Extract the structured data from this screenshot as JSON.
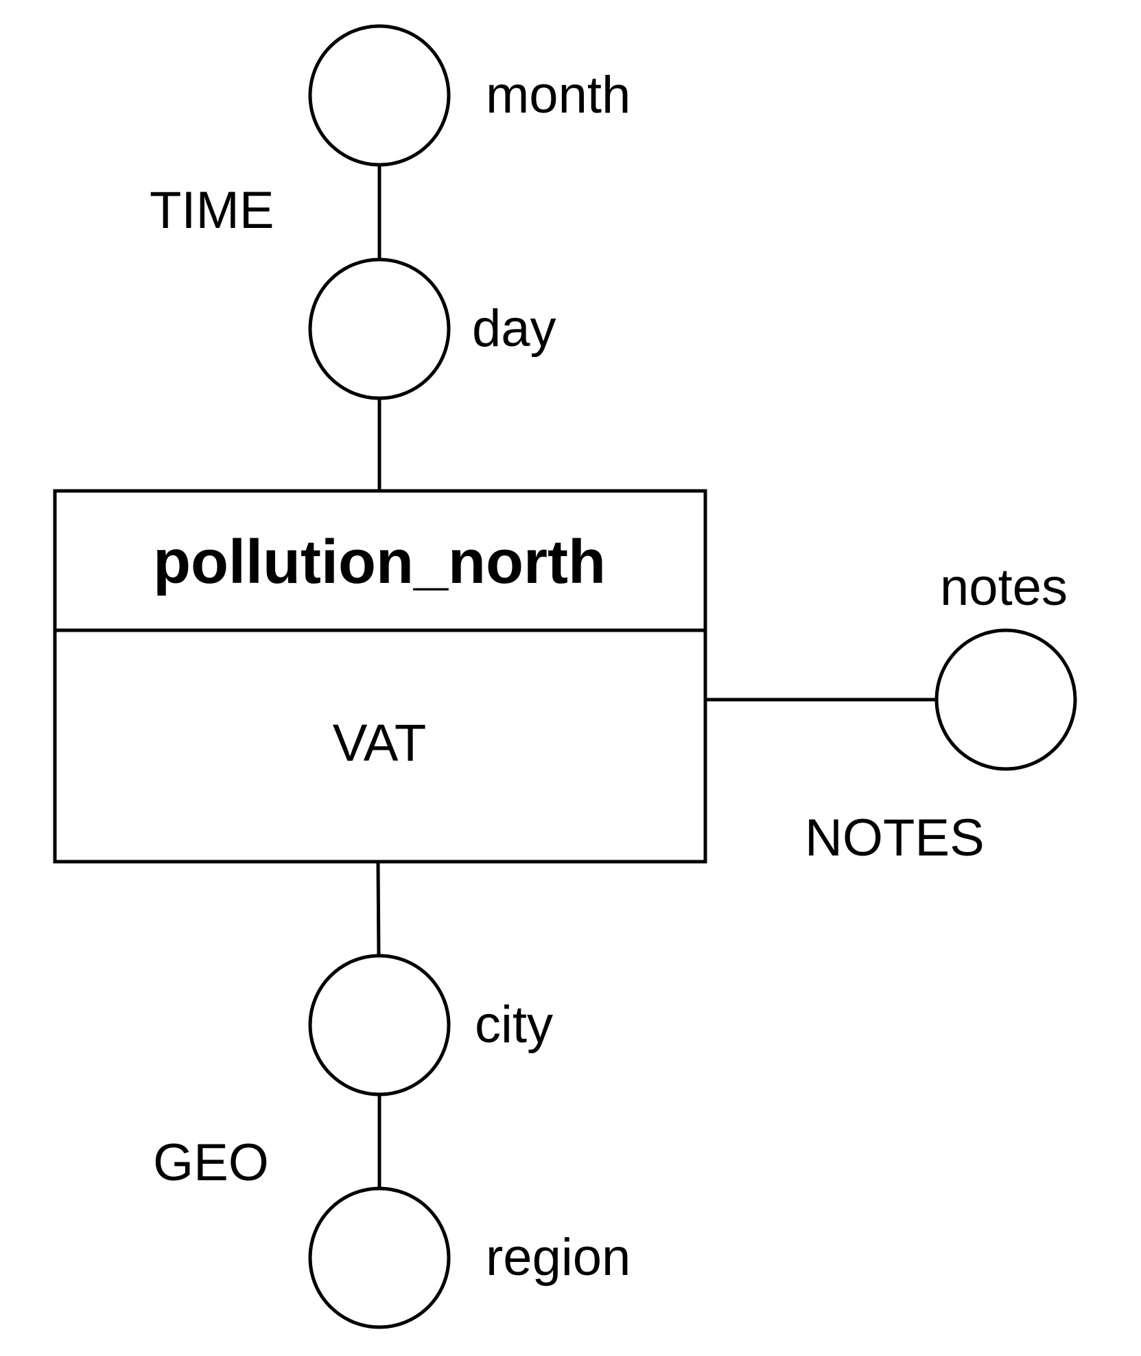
{
  "fact": {
    "name": "pollution_north",
    "measure": "VAT"
  },
  "dimensions": {
    "time": {
      "label": "TIME",
      "attributes": [
        "day",
        "month"
      ]
    },
    "geo": {
      "label": "GEO",
      "attributes": [
        "city",
        "region"
      ]
    },
    "notes": {
      "label": "NOTES",
      "attributes": [
        "notes"
      ]
    }
  }
}
